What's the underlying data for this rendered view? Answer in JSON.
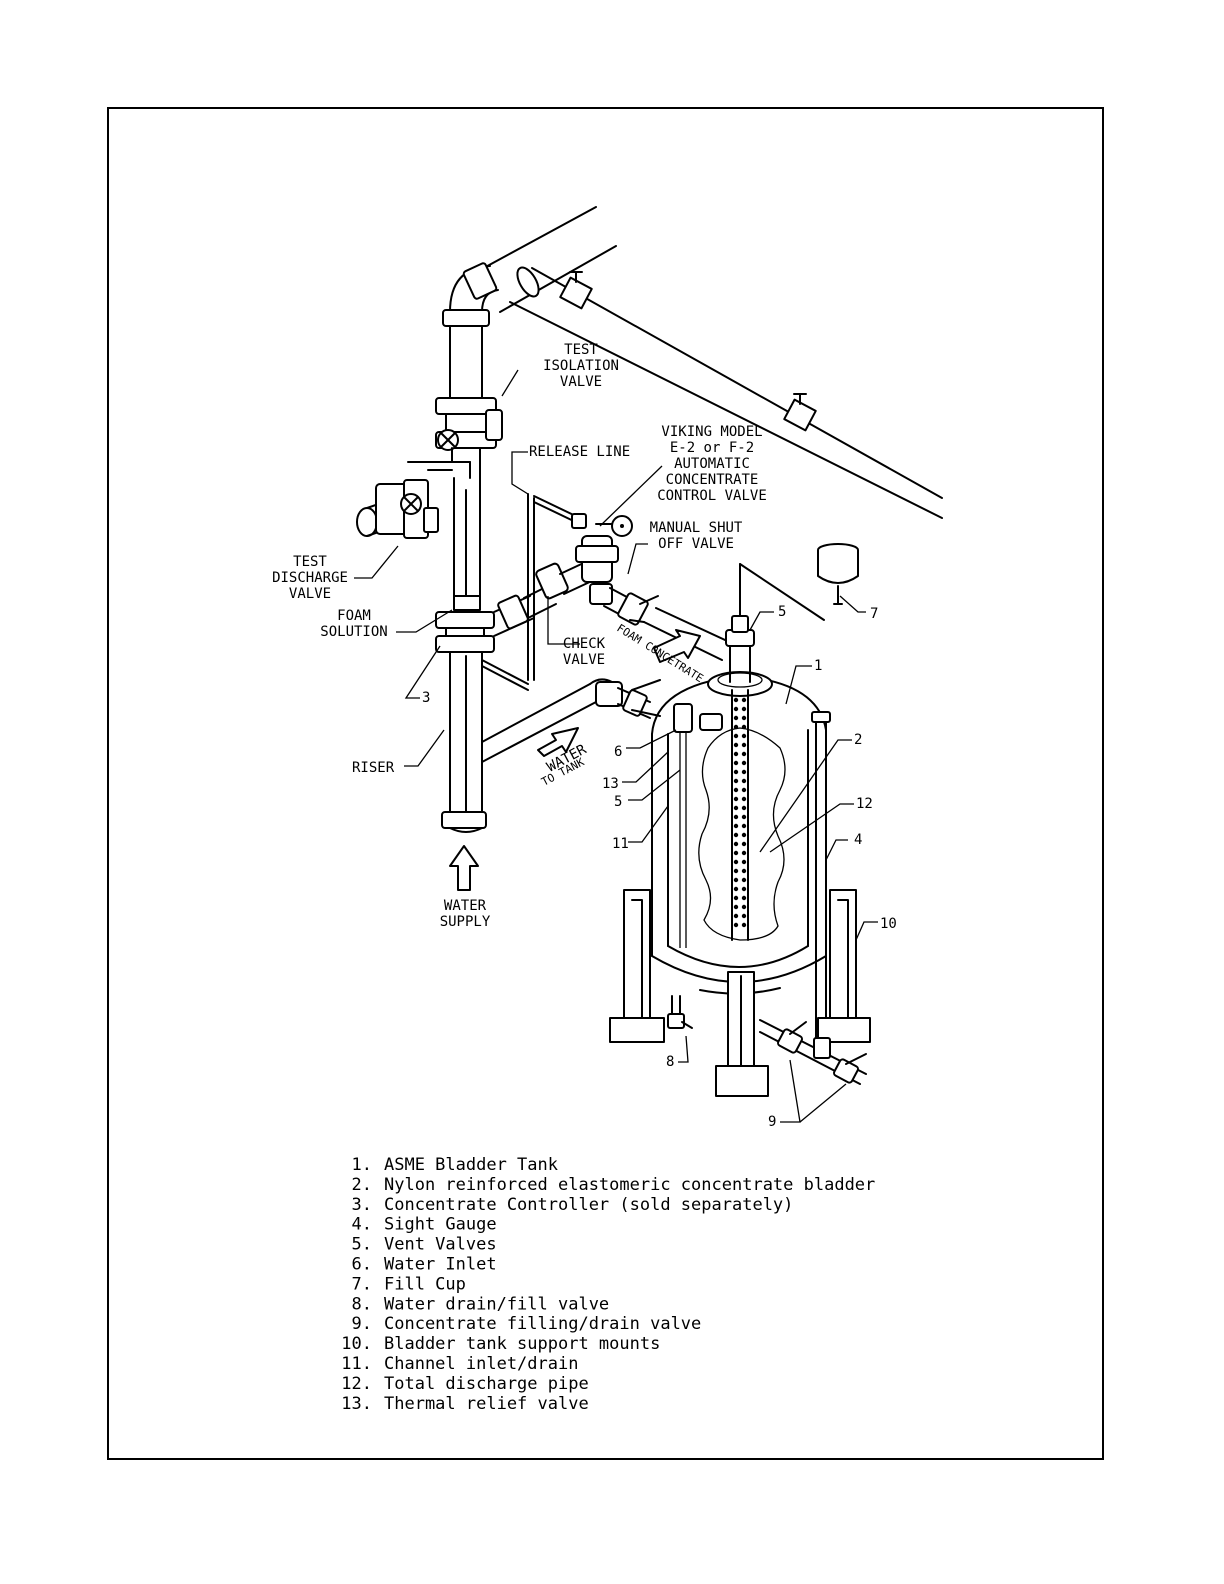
{
  "callouts": {
    "test_isolation_valve": [
      "TEST",
      "ISOLATION",
      "VALVE"
    ],
    "viking_valve": [
      "VIKING MODEL",
      "E-2 or F-2",
      "AUTOMATIC",
      "CONCENTRATE",
      "CONTROL VALVE"
    ],
    "release_line": "RELEASE LINE",
    "manual_shut_off_valve": [
      "MANUAL SHUT",
      "OFF VALVE"
    ],
    "test_discharge_valve": [
      "TEST",
      "DISCHARGE",
      "VALVE"
    ],
    "foam_solution": [
      "FOAM",
      "SOLUTION"
    ],
    "check_valve": [
      "CHECK",
      "VALVE"
    ],
    "foam_concentrate": "FOAM CONCETRATE",
    "riser": "RISER",
    "water_to_tank": [
      "WATER",
      "TO TANK"
    ],
    "water_supply": [
      "WATER",
      "SUPPLY"
    ]
  },
  "numbers": {
    "n1": "1",
    "n2": "2",
    "n3": "3",
    "n4": "4",
    "n5a": "5",
    "n5b": "5",
    "n6": "6",
    "n7": "7",
    "n8": "8",
    "n9": "9",
    "n10": "10",
    "n11": "11",
    "n12": "12",
    "n13": "13"
  },
  "legend": [
    {
      "num": "1.",
      "text": "ASME Bladder Tank"
    },
    {
      "num": "2.",
      "text": "Nylon reinforced elastomeric concentrate bladder"
    },
    {
      "num": "3.",
      "text": "Concentrate Controller (sold separately)"
    },
    {
      "num": "4.",
      "text": "Sight Gauge"
    },
    {
      "num": "5.",
      "text": "Vent Valves"
    },
    {
      "num": "6.",
      "text": "Water Inlet"
    },
    {
      "num": "7.",
      "text": "Fill Cup"
    },
    {
      "num": "8.",
      "text": "Water drain/fill valve"
    },
    {
      "num": "9.",
      "text": "Concentrate filling/drain valve"
    },
    {
      "num": "10.",
      "text": "Bladder tank support mounts"
    },
    {
      "num": "11.",
      "text": "Channel inlet/drain"
    },
    {
      "num": "12.",
      "text": "Total discharge pipe"
    },
    {
      "num": "13.",
      "text": "Thermal relief valve"
    }
  ]
}
